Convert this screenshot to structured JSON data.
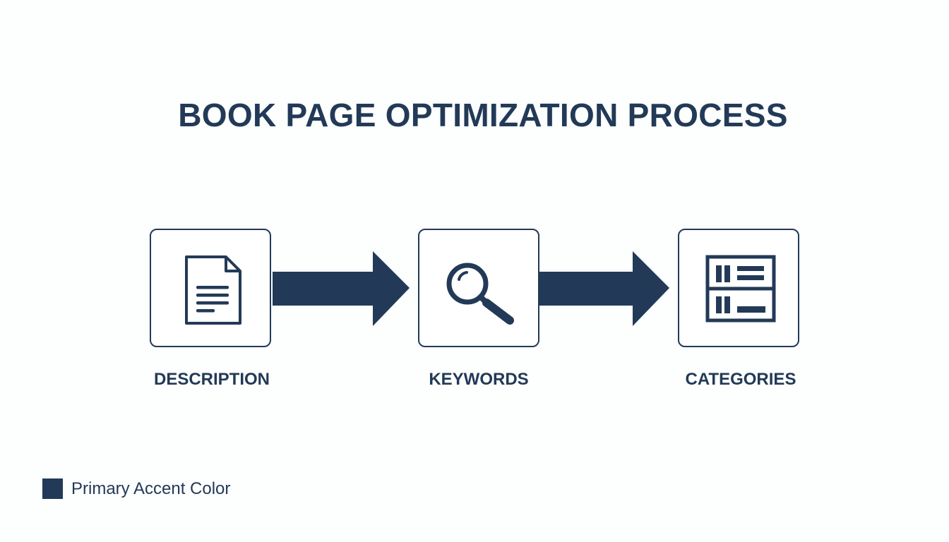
{
  "title": "BOOK PAGE OPTIMIZATION PROCESS",
  "accent_color": "#223a57",
  "steps": [
    {
      "label": "DESCRIPTION",
      "icon": "document-icon"
    },
    {
      "label": "KEYWORDS",
      "icon": "magnifier-icon"
    },
    {
      "label": "CATEGORIES",
      "icon": "category-grid-icon"
    }
  ],
  "connectors": [
    {
      "from": "DESCRIPTION",
      "to": "KEYWORDS"
    },
    {
      "from": "KEYWORDS",
      "to": "CATEGORIES"
    }
  ],
  "legend": {
    "label": "Primary Accent Color",
    "color": "#223a57"
  }
}
